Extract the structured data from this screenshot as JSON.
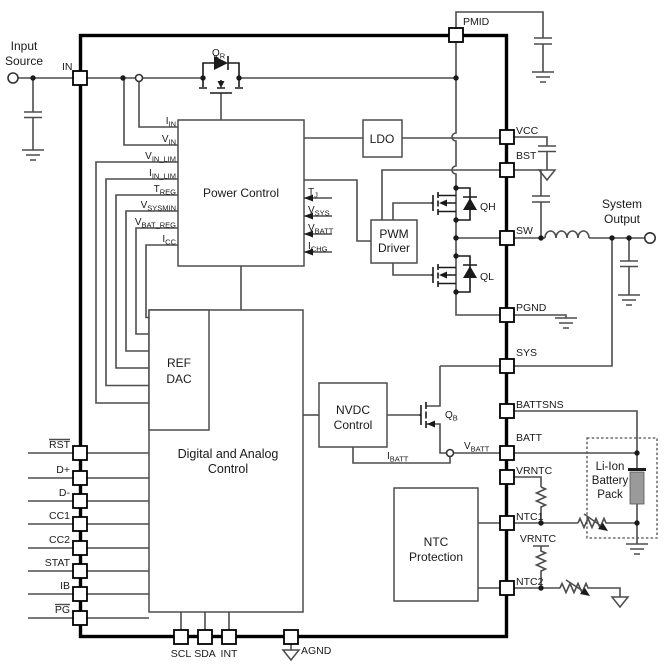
{
  "colors": {
    "wire": "#4d4d4d",
    "chip_border": "#000000",
    "text": "#1a1a1a",
    "battery_fill": "#9a9a9a",
    "background": "#ffffff"
  },
  "external": {
    "input_source": [
      "Input",
      "Source"
    ],
    "system_output": [
      "System",
      "Output"
    ],
    "battery_pack": [
      "Li-Ion",
      "Battery",
      "Pack"
    ],
    "vrntc_rail": "VRNTC"
  },
  "blocks": {
    "power_control": "Power Control",
    "ldo": "LDO",
    "pwm_driver": [
      "PWM",
      "Driver"
    ],
    "ref_dac": [
      "REF",
      "DAC"
    ],
    "digital_analog": [
      "Digital and Analog",
      "Control"
    ],
    "nvdc": [
      "NVDC",
      "Control"
    ],
    "ntc": [
      "NTC",
      "Protection"
    ]
  },
  "pins": {
    "in": "IN",
    "top": [
      "PMID"
    ],
    "right": [
      "VCC",
      "BST",
      "SW",
      "PGND",
      "SYS",
      "BATTSNS",
      "BATT",
      "VRNTC",
      "NTC1",
      "NTC2"
    ],
    "left": [
      "RST",
      "D+",
      "D-",
      "CC1",
      "CC2",
      "STAT",
      "IB",
      "PG"
    ],
    "bottom": [
      "SCL",
      "SDA",
      "INT",
      "AGND"
    ]
  },
  "signals": {
    "pc_left": [
      {
        "main": "I",
        "sub": "IN"
      },
      {
        "main": "V",
        "sub": "IN"
      },
      {
        "main": "V",
        "sub": "IN_LIM"
      },
      {
        "main": "I",
        "sub": "IN_LIM"
      },
      {
        "main": "T",
        "sub": "REG"
      },
      {
        "main": "V",
        "sub": "SYSMIN"
      },
      {
        "main": "V",
        "sub": "BAT_REG"
      },
      {
        "main": "I",
        "sub": "CC"
      }
    ],
    "pc_right": [
      {
        "main": "T",
        "sub": "J"
      },
      {
        "main": "V",
        "sub": "SYS"
      },
      {
        "main": "V",
        "sub": "BATT"
      },
      {
        "main": "I",
        "sub": "CHG"
      }
    ],
    "qr": {
      "main": "Q",
      "sub": "R"
    },
    "qh": "QH",
    "ql": "QL",
    "qb": {
      "main": "Q",
      "sub": "B"
    },
    "vbatt": {
      "main": "V",
      "sub": "BATT"
    },
    "ibatt": {
      "main": "I",
      "sub": "BATT"
    }
  }
}
